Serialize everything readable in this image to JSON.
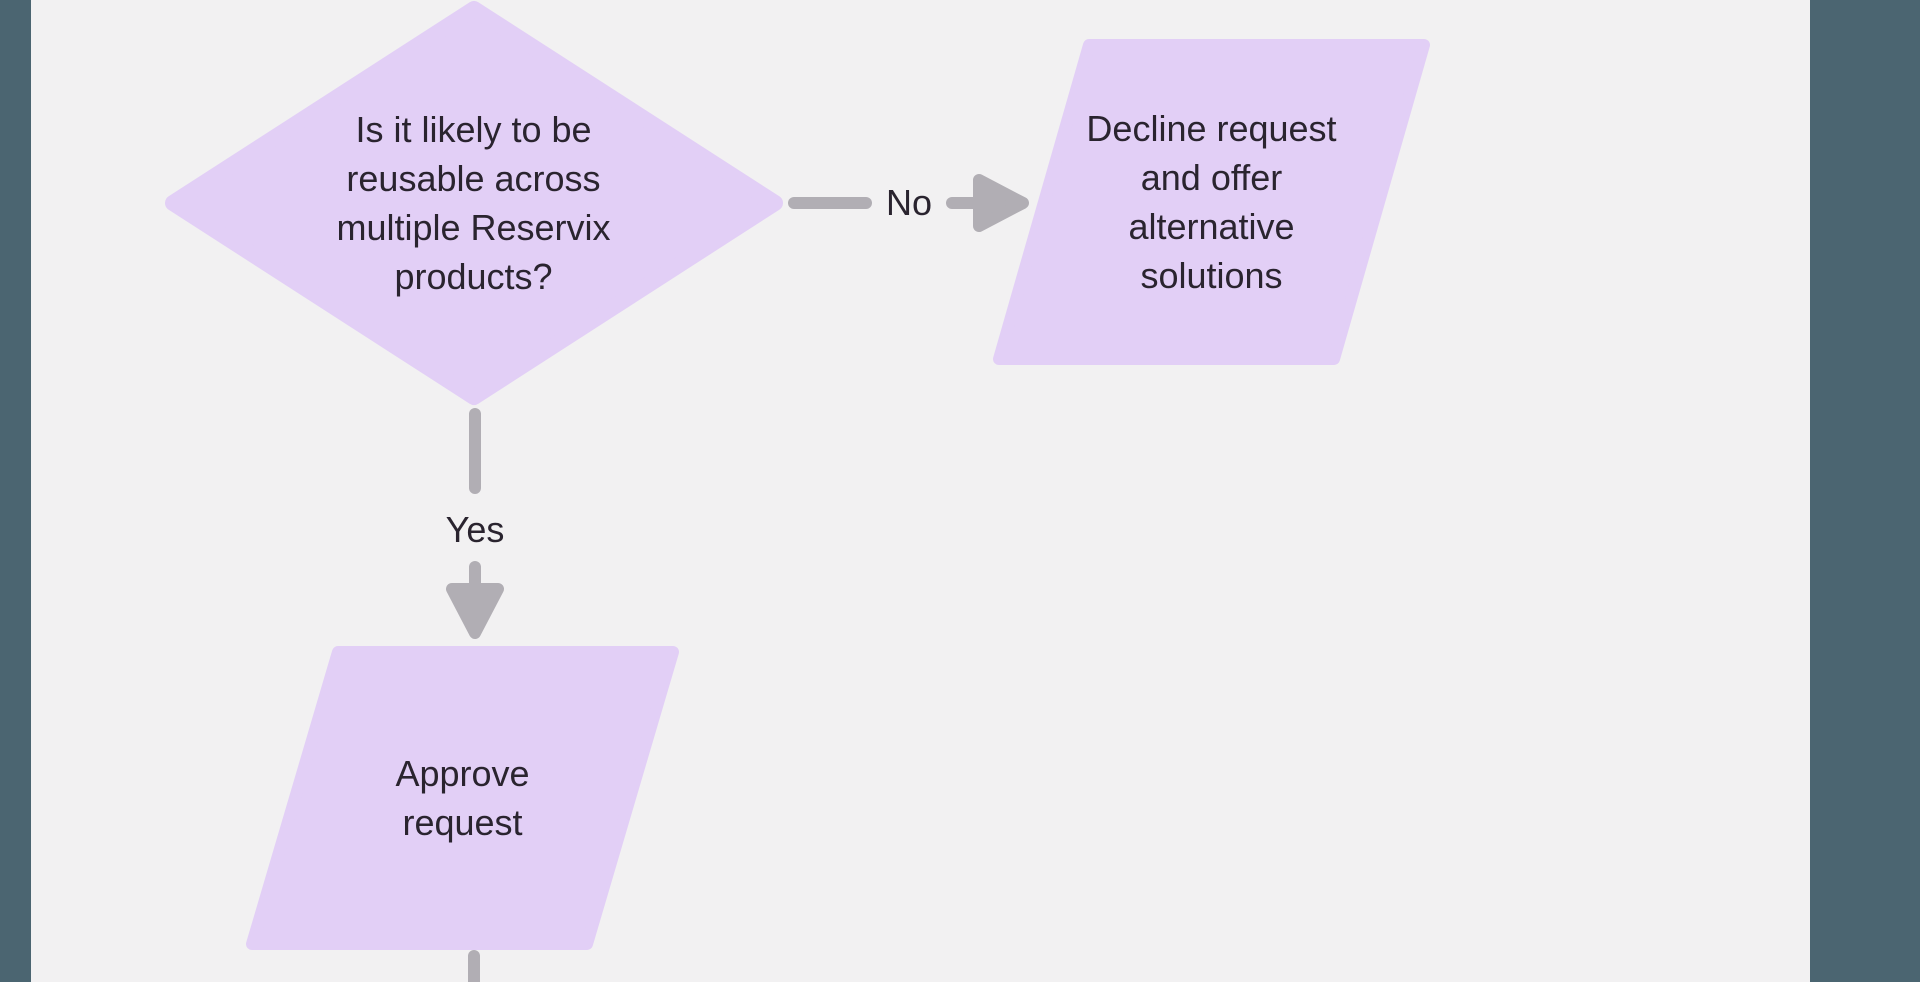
{
  "colors": {
    "canvas_background": "#f2f1f2",
    "edge_panel": "#4b6571",
    "shape_fill": "#e2cff6",
    "connector": "#b1aeb4",
    "text_color": "#2a242f"
  },
  "flowchart": {
    "decision": {
      "shape": "diamond",
      "label": "Is it likely to be reusable across multiple Reservix products?",
      "lines": [
        "Is it likely to be",
        "reusable across",
        "multiple Reservix",
        "products?"
      ]
    },
    "no_branch": {
      "connector_label": "No",
      "direction": "right",
      "target": {
        "shape": "parallelogram",
        "label": "Decline request and offer alternative solutions",
        "lines": [
          "Decline request",
          "and offer",
          "alternative",
          "solutions"
        ]
      }
    },
    "yes_branch": {
      "connector_label": "Yes",
      "direction": "down",
      "target": {
        "shape": "parallelogram",
        "label": "Approve request",
        "lines": [
          "Approve",
          "request"
        ]
      }
    }
  }
}
